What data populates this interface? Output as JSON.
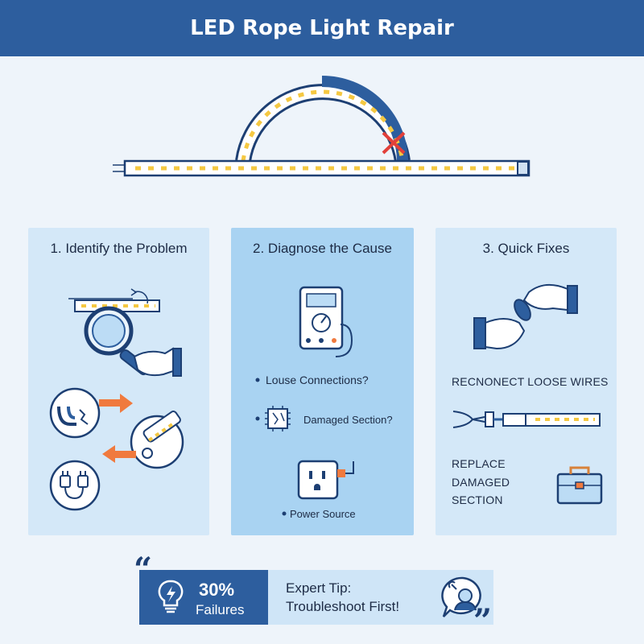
{
  "header": {
    "title": "LED Rope Light Repair"
  },
  "panels": [
    {
      "title": "1. Identify the Problem"
    },
    {
      "title": "2. Diagnose the Cause",
      "items": [
        "Louse Connections?",
        "Damaged Section?",
        "Power Source"
      ]
    },
    {
      "title": "3. Quick Fixes",
      "items": [
        "RECNONECT LOOSE WIRES",
        "REPLACE",
        "DAMAGED",
        "SECTION"
      ]
    }
  ],
  "tip": {
    "percent": "30%",
    "percent_label": "Failures",
    "line1": "Expert Tip:",
    "line2": "Troubleshoot First!",
    "open_quote": "“",
    "close_quote": "”"
  },
  "icons": [
    "lightning-bulb-icon",
    "expert-chat-icon",
    "multimeter-icon",
    "circuit-chip-icon",
    "wall-outlet-icon",
    "toolbox-icon",
    "magnifier-icon",
    "wire-cutter-icon",
    "plug-icon"
  ],
  "colors": {
    "brand_blue": "#2d5e9e",
    "led_yellow": "#f5c842",
    "alert_red": "#e2403a",
    "arrow_orange": "#f07a3e"
  }
}
